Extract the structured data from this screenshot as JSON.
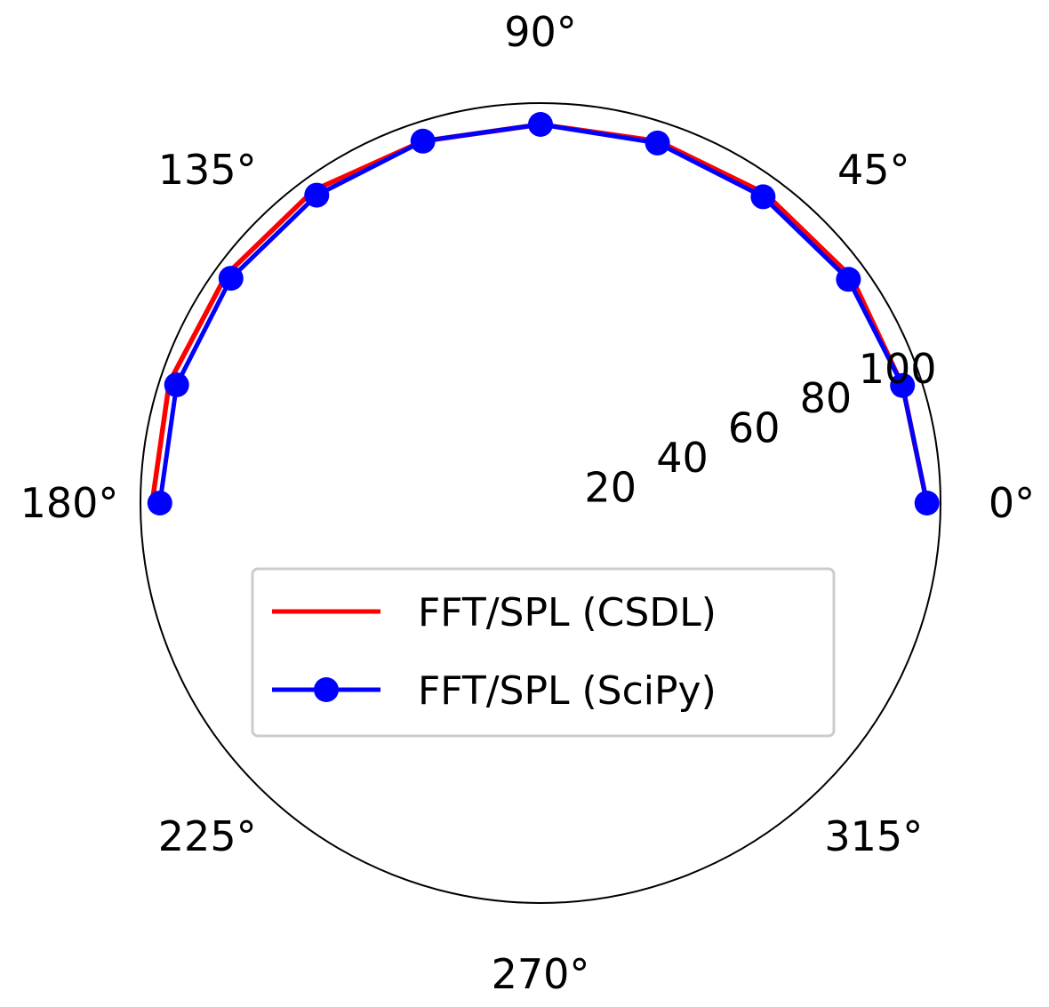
{
  "chart_data": {
    "type": "line",
    "subtype": "polar",
    "title": "",
    "theta_unit": "degrees",
    "theta_tick_labels": [
      "0°",
      "45°",
      "90°",
      "135°",
      "180°",
      "225°",
      "270°",
      "315°"
    ],
    "theta_tick_values": [
      0,
      45,
      90,
      135,
      180,
      225,
      270,
      315
    ],
    "r_tick_labels": [
      "20",
      "40",
      "60",
      "80",
      "100"
    ],
    "r_tick_values": [
      20,
      40,
      60,
      80,
      100
    ],
    "rlim": [
      0,
      103
    ],
    "grid": false,
    "legend_position": "center",
    "series": [
      {
        "name": "FFT/SPL (CSDL)",
        "color": "#ff0000",
        "marker": "none",
        "theta": [
          0,
          18,
          36,
          54,
          72,
          90,
          108,
          126,
          144,
          162,
          180
        ],
        "r": [
          99.5,
          98.0,
          99.0,
          98.5,
          98.0,
          97.5,
          98.0,
          99.5,
          100.0,
          100.5,
          100.0
        ]
      },
      {
        "name": "FFT/SPL (SciPy)",
        "color": "#0000ff",
        "marker": "circle",
        "theta": [
          0,
          18,
          36,
          54,
          72,
          90,
          108,
          126,
          144,
          162,
          180
        ],
        "r": [
          99.5,
          98.0,
          98.0,
          97.5,
          97.5,
          97.5,
          98.0,
          98.0,
          98.5,
          98.5,
          98.0
        ]
      }
    ]
  }
}
